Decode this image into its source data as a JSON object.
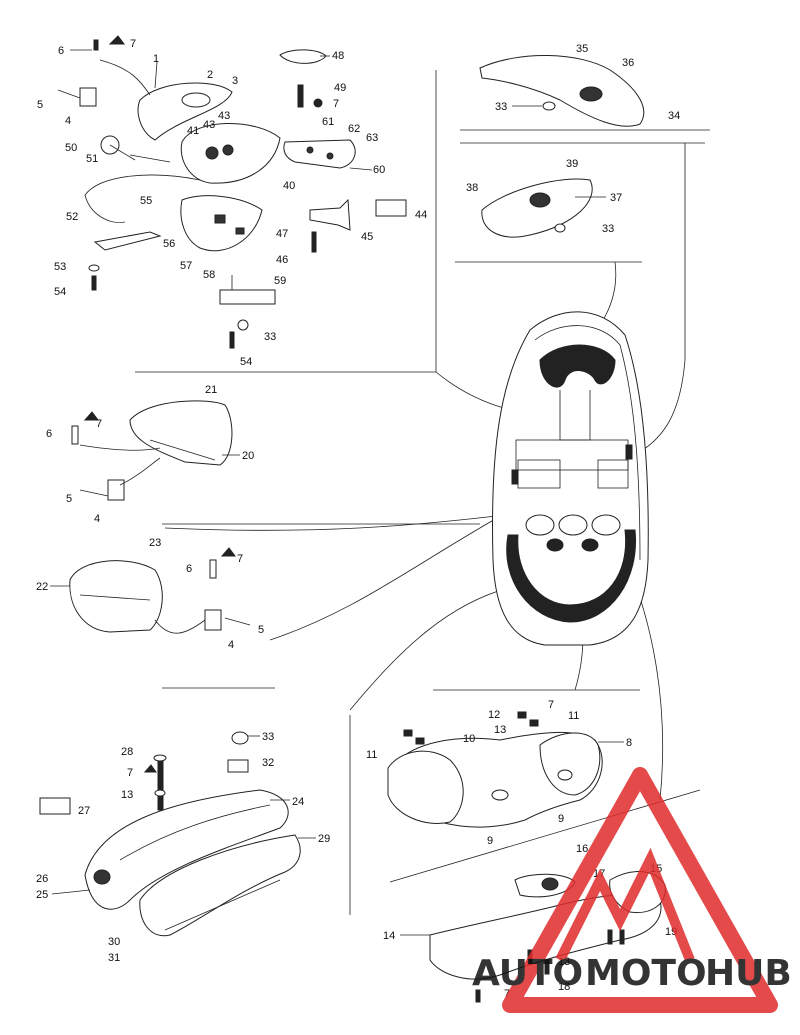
{
  "callouts": {
    "c1": "1",
    "c2": "2",
    "c3": "3",
    "c4": "4",
    "c5": "5",
    "c6": "6",
    "c7": "7",
    "c8": "8",
    "c9": "9",
    "c10": "10",
    "c11": "11",
    "c12": "12",
    "c13": "13",
    "c14": "14",
    "c15": "15",
    "c16": "16",
    "c17": "17",
    "c18": "18",
    "c19": "19",
    "c20": "20",
    "c21": "21",
    "c22": "22",
    "c23": "23",
    "c24": "24",
    "c25": "25",
    "c26": "26",
    "c27": "27",
    "c28": "28",
    "c29": "29",
    "c30": "30",
    "c31": "31",
    "c32": "32",
    "c33": "33",
    "c34": "34",
    "c35": "35",
    "c36": "36",
    "c37": "37",
    "c38": "38",
    "c39": "39",
    "c40": "40",
    "c41": "41",
    "c42": "43",
    "c43": "43",
    "c44": "44",
    "c45": "45",
    "c46": "46",
    "c47": "47",
    "c48": "48",
    "c49": "49",
    "c50": "50",
    "c51": "51",
    "c52": "52",
    "c53": "53",
    "c54": "54",
    "c55": "55",
    "c56": "56",
    "c57": "57",
    "c58": "58",
    "c59": "59",
    "c60": "60",
    "c61": "61",
    "c62": "62",
    "c63": "63"
  },
  "watermark": {
    "text_auto": "AUTO",
    "text_moto": "MOTO",
    "text_hub": "HUB",
    "color_red": "#e02b2b",
    "color_orange": "#f0a020",
    "color_gray": "#666666"
  }
}
